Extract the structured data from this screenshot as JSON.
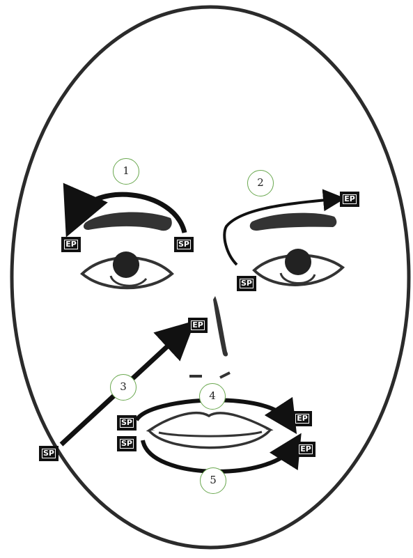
{
  "start_label": "SP",
  "end_label": "EP",
  "steps": [
    "1",
    "2",
    "3",
    "4",
    "5"
  ]
}
